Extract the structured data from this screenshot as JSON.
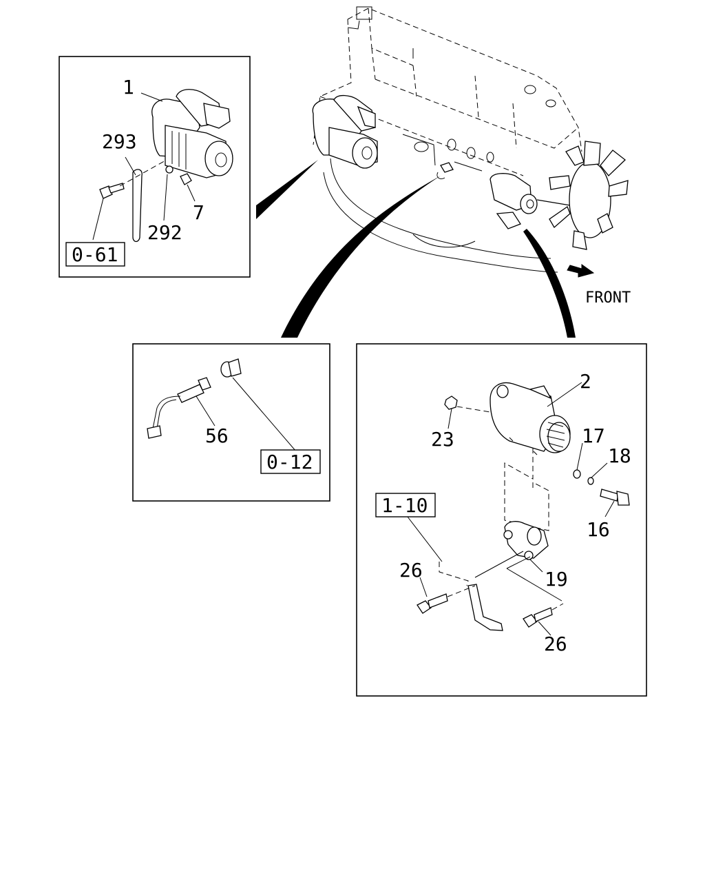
{
  "direction_label": "FRONT",
  "callouts": {
    "starter": "1",
    "alternator": "2",
    "nut_7": "7",
    "bolt_16": "16",
    "washer_17": "17",
    "washer_18": "18",
    "bracket_19": "19",
    "nut_23": "23",
    "bolt_26_a": "26",
    "bolt_26_b": "26",
    "sensor_56": "56",
    "washer_292": "292",
    "strap_293": "293"
  },
  "ref_boxes": {
    "ref_0_61": "0-61",
    "ref_0_12": "0-12",
    "ref_1_10": "1-10"
  }
}
